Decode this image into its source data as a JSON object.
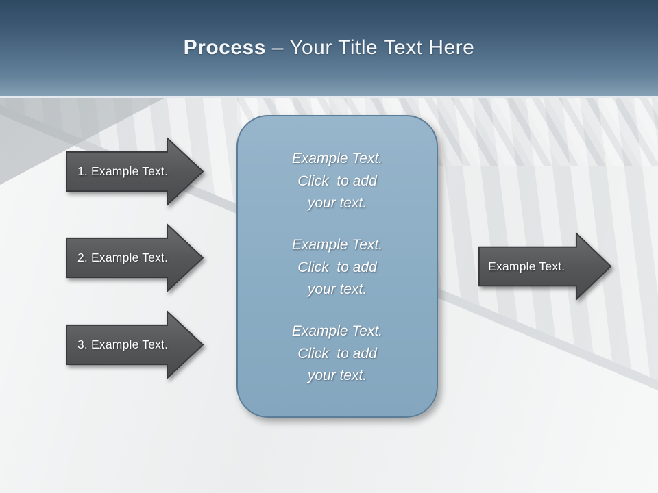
{
  "header": {
    "title_bold": "Process",
    "title_rest": " – Your Title Text Here"
  },
  "left_arrows": [
    {
      "label": "1. Example Text."
    },
    {
      "label": "2. Example Text."
    },
    {
      "label": "3. Example Text."
    }
  ],
  "center_panel": {
    "blocks": [
      {
        "text": "Example Text.\nClick  to add\nyour text."
      },
      {
        "text": "Example Text.\nClick  to add\nyour text."
      },
      {
        "text": "Example Text.\nClick  to add\nyour text."
      }
    ]
  },
  "right_arrow": {
    "label": "Example Text."
  },
  "colors": {
    "header_top": "#2e4a63",
    "header_bottom": "#85a0b4",
    "arrow_fill": "#58595b",
    "arrow_outline": "#38393b",
    "panel_fill": "#8eadc4",
    "panel_border": "#5c7d97"
  }
}
